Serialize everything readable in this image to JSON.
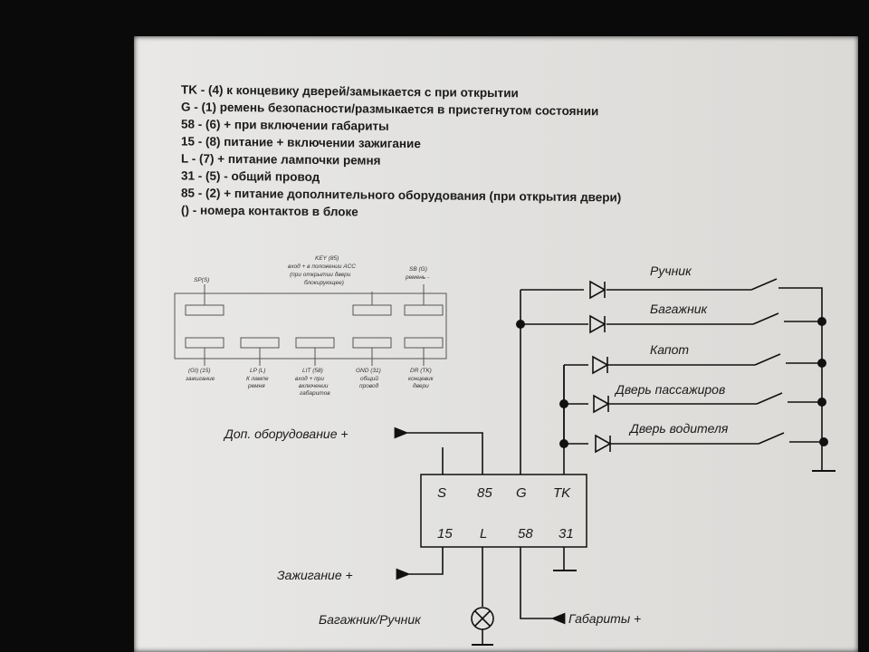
{
  "notes": [
    "TK - (4) к концевику дверей/замыкается с при открытии",
    "G - (1) ремень безопасности/размыкается в пристегнутом состоянии",
    "58 - (6) + при включении габариты",
    "15 - (8) питание + включении зажигание",
    "L - (7) + питание лампочки ремня",
    "31 - (5) - общий провод",
    "85 - (2) + питание дополнительного оборудования (при открытия двери)",
    "() - номера контактов в блоке"
  ],
  "connector": {
    "top_left": "SP(S)",
    "key_title": "KEY (85)",
    "key_desc_1": "вход + в положении ACC",
    "key_desc_2": "(при открытии двери",
    "key_desc_3": "блокирующее)",
    "sb_title": "SB (G)",
    "sb_desc": "ремень -",
    "bottom": [
      {
        "code": "(GI) (15)",
        "desc": [
          "зажигание"
        ]
      },
      {
        "code": "LP (L)",
        "desc": [
          "К лампе",
          "ремня"
        ]
      },
      {
        "code": "LIT (58)",
        "desc": [
          "вход + при",
          "включении",
          "габаритов"
        ]
      },
      {
        "code": "GND (31)",
        "desc": [
          "общий",
          "провод"
        ]
      },
      {
        "code": "DR (TK)",
        "desc": [
          "концевик",
          "двери"
        ]
      }
    ]
  },
  "relay_pins": {
    "top": [
      "S",
      "85",
      "G",
      "TK"
    ],
    "bottom": [
      "15",
      "L",
      "58",
      "31"
    ]
  },
  "switches": [
    "Ручник",
    "Багажник",
    "Капот",
    "Дверь пассажиров",
    "Дверь водителя"
  ],
  "outputs": {
    "dop": "Доп. оборудование +",
    "ignition": "Зажигание +",
    "lamp": "Багажник/Ручник",
    "gabarity": "Габариты +"
  },
  "icons": [
    "diode-icon",
    "lamp-icon",
    "ground-icon",
    "switch-icon",
    "arrow-icon"
  ]
}
